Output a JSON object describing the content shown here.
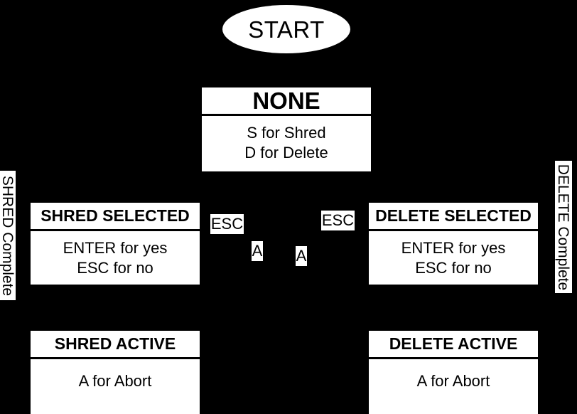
{
  "diagram": {
    "title": "Shred/Delete state machine",
    "background_color": "#000000",
    "node_fill_color": "#ffffff",
    "node_text_color": "#000000"
  },
  "start_node": {
    "label": "START",
    "shape": "ellipse"
  },
  "states": [
    {
      "id": "none",
      "title": "NONE",
      "lines": [
        "S for Shred",
        "D for Delete"
      ]
    },
    {
      "id": "shred-selected",
      "title": "SHRED SELECTED",
      "lines": [
        "ENTER for yes",
        "ESC for no"
      ]
    },
    {
      "id": "delete-selected",
      "title": "DELETE SELECTED",
      "lines": [
        "ENTER for yes",
        "ESC for no"
      ]
    },
    {
      "id": "shred-active",
      "title": "SHRED ACTIVE",
      "lines": [
        "A for Abort"
      ]
    },
    {
      "id": "delete-active",
      "title": "DELETE ACTIVE",
      "lines": [
        "A for Abort"
      ]
    }
  ],
  "edge_labels": {
    "esc_left": "ESC",
    "esc_right": "ESC",
    "abort_left": "A",
    "abort_right": "A",
    "shred_complete": "SHRED Complete",
    "delete_complete": "DELETE Complete"
  }
}
